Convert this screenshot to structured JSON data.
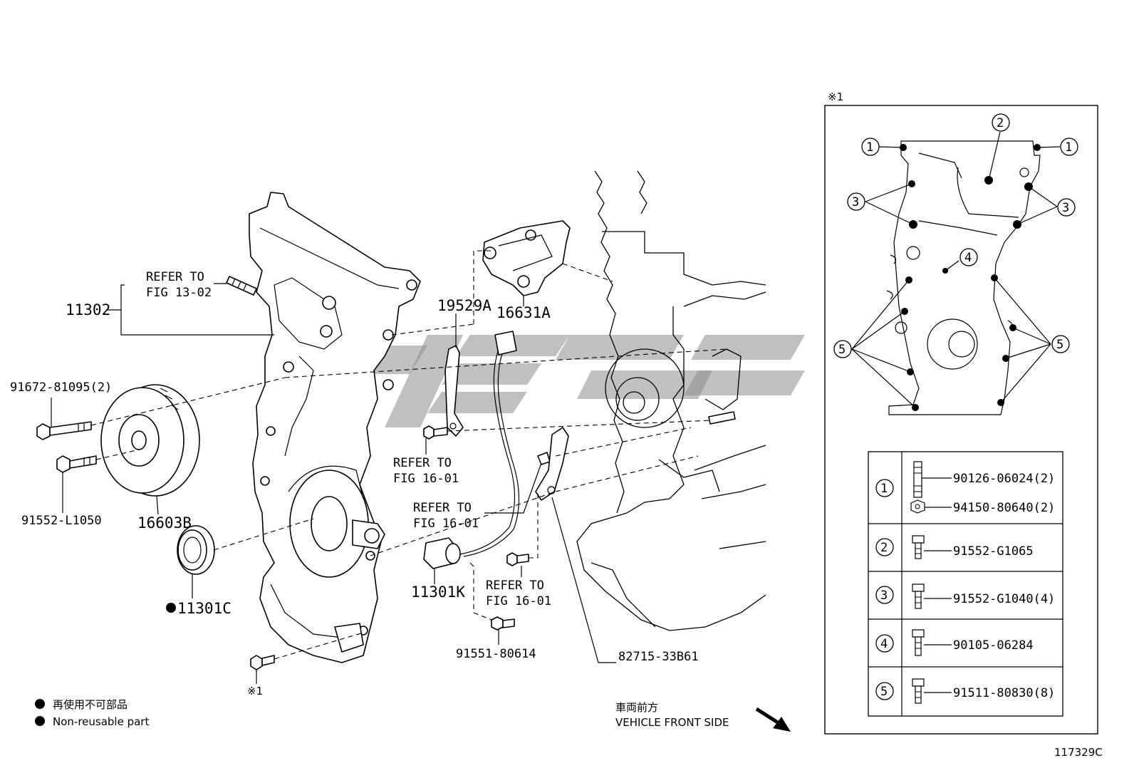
{
  "parts": {
    "p11302": "11302",
    "p91672": "91672-81095(2)",
    "p91552l": "91552-L1050",
    "p16603b": "16603B",
    "p11301c": "11301C",
    "p19529a": "19529A",
    "p16631a": "16631A",
    "p11301k": "11301K",
    "p91551": "91551-80614",
    "p82715": "82715-33B61"
  },
  "refs": {
    "r1_l1": "REFER TO",
    "r1_l2": "FIG 13-02",
    "r2_l1": "REFER TO",
    "r2_l2": "FIG 16-01",
    "r3_l1": "REFER TO",
    "r3_l2": "FIG 16-01",
    "r4_l1": "REFER TO",
    "r4_l2": "FIG 16-01"
  },
  "mark_ref": "※1",
  "inset": {
    "title": "※1",
    "callouts": [
      "1",
      "2",
      "3",
      "4",
      "5"
    ],
    "table": [
      {
        "key": "1",
        "parts": [
          "90126-06024(2)",
          "94150-80640(2)"
        ]
      },
      {
        "key": "2",
        "parts": [
          "91552-G1065"
        ]
      },
      {
        "key": "3",
        "parts": [
          "91552-G1040(4)"
        ]
      },
      {
        "key": "4",
        "parts": [
          "90105-06284"
        ]
      },
      {
        "key": "5",
        "parts": [
          "91511-80830(8)"
        ]
      }
    ]
  },
  "legend": {
    "jp": "再使用不可部品",
    "en": "Non-reusable part"
  },
  "direction": {
    "jp": "車両前方",
    "en": "VEHICLE FRONT SIDE"
  },
  "figure_id": "117329C"
}
